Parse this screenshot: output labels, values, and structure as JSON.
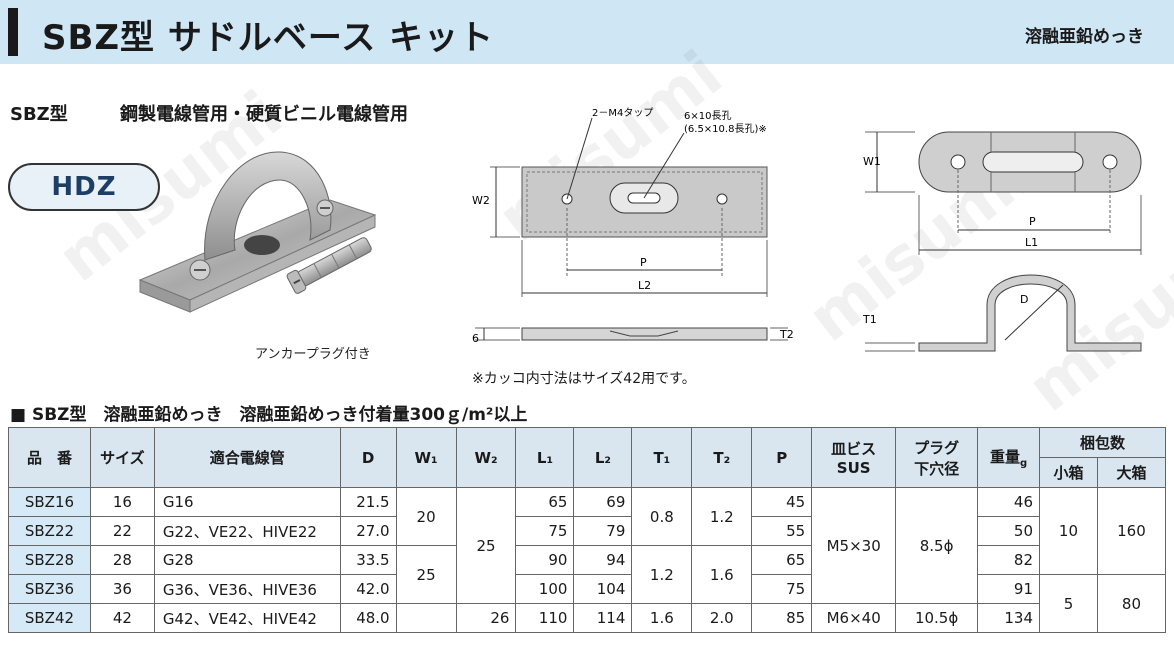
{
  "header": {
    "title": "SBZ型 サドルベース キット",
    "finish": "溶融亜鉛めっき"
  },
  "subheading": {
    "model": "SBZ型",
    "usage": "鋼製電線管用・硬質ビニル電線管用"
  },
  "badge": "HDZ",
  "photo_caption": "アンカープラグ付き",
  "drawing": {
    "tap_label": "2－M4タップ",
    "slot_label": "6×10長孔",
    "slot_label_alt": "(6.5×10.8長孔)※",
    "w2": "W2",
    "w1": "W1",
    "p": "P",
    "l1": "L1",
    "l2": "L2",
    "t1": "T1",
    "t2": "T2",
    "d": "D",
    "six": "6",
    "note": "※カッコ内寸法はサイズ42用です。"
  },
  "section_title": "■ SBZ型　溶融亜鉛めっき　溶融亜鉛めっき付着量300ｇ/m²以上",
  "watermark": "misumi",
  "table": {
    "headers": {
      "code": "品　番",
      "size": "サイズ",
      "conduit": "適合電線管",
      "d": "D",
      "w1": "W₁",
      "w2": "W₂",
      "l1": "L₁",
      "l2": "L₂",
      "t1": "T₁",
      "t2": "T₂",
      "p": "P",
      "screw_1": "皿ビス",
      "screw_2": "SUS",
      "plug_1": "プラグ",
      "plug_2": "下穴径",
      "weight": "重量",
      "weight_unit": "g",
      "pack": "梱包数",
      "small": "小箱",
      "large": "大箱"
    },
    "rows": [
      {
        "code": "SBZ16",
        "size": "16",
        "conduit": "G16",
        "d": "21.5",
        "l1": "65",
        "l2": "69",
        "p": "45",
        "weight": "46"
      },
      {
        "code": "SBZ22",
        "size": "22",
        "conduit": "G22、VE22、HIVE22",
        "d": "27.0",
        "l1": "75",
        "l2": "79",
        "p": "55",
        "weight": "50"
      },
      {
        "code": "SBZ28",
        "size": "28",
        "conduit": "G28",
        "d": "33.5",
        "l1": "90",
        "l2": "94",
        "p": "65",
        "weight": "82"
      },
      {
        "code": "SBZ36",
        "size": "36",
        "conduit": "G36、VE36、HIVE36",
        "d": "42.0",
        "l1": "100",
        "l2": "104",
        "p": "75",
        "weight": "91"
      },
      {
        "code": "SBZ42",
        "size": "42",
        "conduit": "G42、VE42、HIVE42",
        "d": "48.0",
        "l1": "110",
        "l2": "114",
        "p": "85",
        "weight": "134"
      }
    ],
    "merged": {
      "w1_a": "20",
      "w1_b": "25",
      "w2_a": "25",
      "w2_b": "26",
      "t1_a": "0.8",
      "t1_b": "1.2",
      "t1_c": "1.6",
      "t2_a": "1.2",
      "t2_b": "1.6",
      "t2_c": "2.0",
      "screw_a": "M5×30",
      "screw_b": "M6×40",
      "plug_a": "8.5ϕ",
      "plug_b": "10.5ϕ",
      "small_a": "10",
      "small_b": "5",
      "large_a": "160",
      "large_b": "80"
    }
  }
}
